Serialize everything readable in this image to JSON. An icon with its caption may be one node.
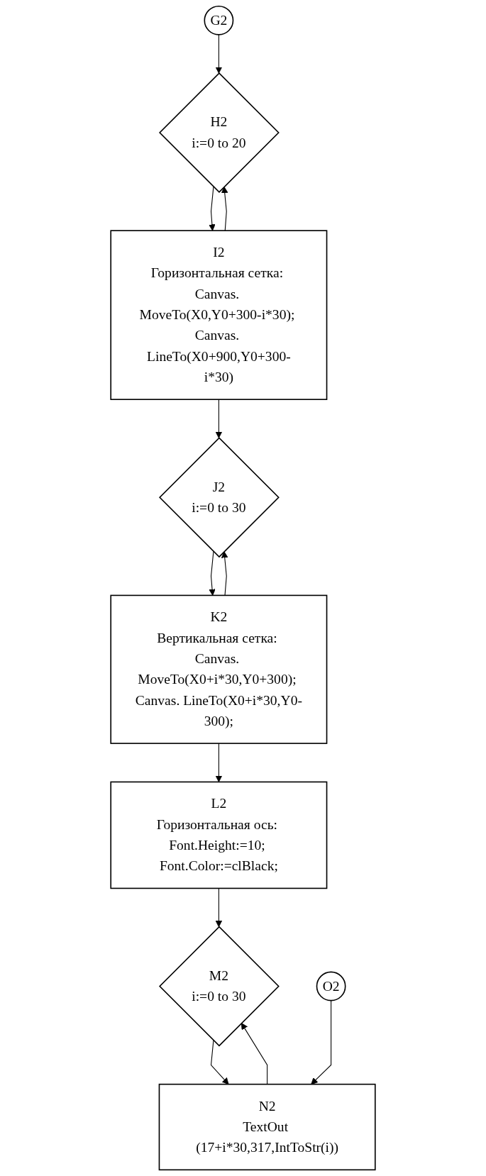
{
  "diagram": {
    "nodes": [
      {
        "text": [
          "G2"
        ]
      },
      {
        "text": [
          "H2",
          "i:=0 to 20"
        ]
      },
      {
        "text": [
          "I2",
          "Горизонтальная сетка: Canvas. MoveTo(X0,Y0+300-i*30); Canvas. LineTo(X0+900,Y0+300-i*30)"
        ]
      },
      {
        "text": [
          "J2",
          "i:=0 to 30"
        ]
      },
      {
        "text": [
          "K2",
          "Вертикальная сетка: Canvas. MoveTo(X0+i*30,Y0+300); Canvas. LineTo(X0+i*30,Y0-300);"
        ]
      },
      {
        "text": [
          "L2",
          "Горизонтальная ось: Font.Height:=10; Font.Color:=clBlack;"
        ]
      },
      {
        "text": [
          "M2",
          "i:=0 to 30"
        ]
      },
      {
        "text": [
          "N2",
          "TextOut (17+i*30,317,IntToStr(i))"
        ]
      },
      {
        "text": [
          "O2"
        ]
      }
    ],
    "edges": [
      {
        "from": 0,
        "to": 1,
        "arrow": "to"
      },
      {
        "from": 1,
        "to": 2,
        "arrow": "to"
      },
      {
        "from": 2,
        "to": 1,
        "arrow": "to"
      },
      {
        "from": 2,
        "to": 3,
        "arrow": "to"
      },
      {
        "from": 3,
        "to": 4,
        "arrow": "to"
      },
      {
        "from": 4,
        "to": 3,
        "arrow": "to"
      },
      {
        "from": 4,
        "to": 5,
        "arrow": "to"
      },
      {
        "from": 5,
        "to": 6,
        "arrow": "to"
      },
      {
        "from": 6,
        "to": 7,
        "arrow": "to"
      },
      {
        "from": 7,
        "to": 6,
        "arrow": "to"
      },
      {
        "from": 8,
        "to": 7,
        "arrow": "to"
      }
    ]
  }
}
